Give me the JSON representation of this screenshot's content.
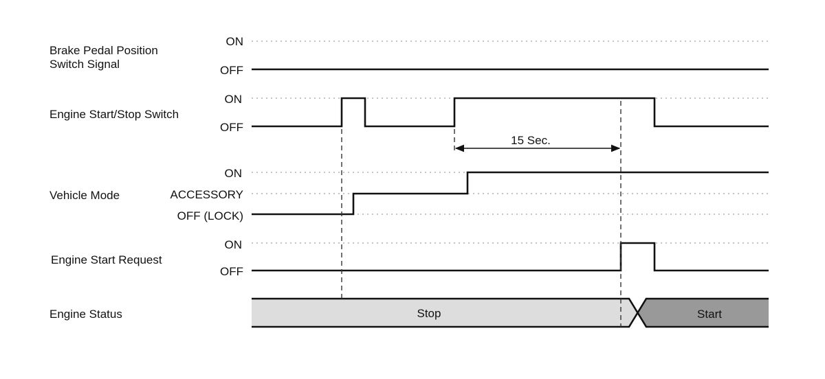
{
  "signals": {
    "brake": {
      "name_line1": "Brake Pedal Position",
      "name_line2": "Switch Signal",
      "on": "ON",
      "off": "OFF"
    },
    "start_switch": {
      "name": "Engine Start/Stop Switch",
      "on": "ON",
      "off": "OFF"
    },
    "vehicle_mode": {
      "name": "Vehicle Mode",
      "on": "ON",
      "accessory": "ACCESSORY",
      "off": "OFF (LOCK)"
    },
    "start_request": {
      "name": "Engine Start Request",
      "on": "ON",
      "off": "OFF"
    },
    "engine_status": {
      "name": "Engine Status",
      "stop": "Stop",
      "start": "Start"
    }
  },
  "annotations": {
    "duration": "15 Sec."
  },
  "colors": {
    "stop_fill": "#dddddd",
    "start_fill": "#999999",
    "line": "#111111"
  }
}
